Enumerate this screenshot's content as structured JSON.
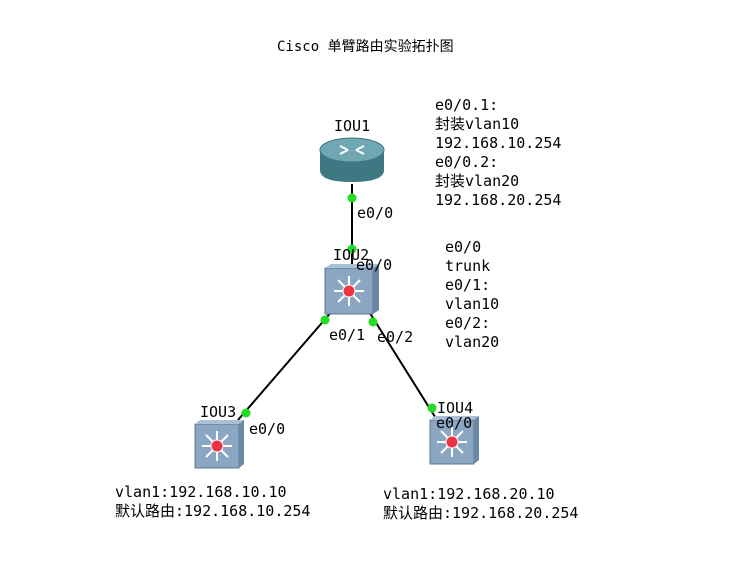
{
  "title": "Cisco 单臂路由实验拓扑图",
  "devices": {
    "iou1": {
      "name": "IOU1",
      "type": "router-icon"
    },
    "iou2": {
      "name": "IOU2",
      "type": "switch-icon"
    },
    "iou3": {
      "name": "IOU3",
      "type": "switch-icon"
    },
    "iou4": {
      "name": "IOU4",
      "type": "switch-icon"
    }
  },
  "links": [
    {
      "from": "IOU1",
      "to": "IOU2",
      "from_port": "e0/0",
      "to_port": "e0/0"
    },
    {
      "from": "IOU2",
      "to": "IOU3",
      "from_port": "e0/1",
      "to_port": "e0/0"
    },
    {
      "from": "IOU2",
      "to": "IOU4",
      "from_port": "e0/2",
      "to_port": "e0/0"
    }
  ],
  "notes": {
    "router": [
      "e0/0.1:",
      "封装vlan10",
      "192.168.10.254",
      "e0/0.2:",
      "封装vlan20",
      "192.168.20.254"
    ],
    "switch": [
      "e0/0",
      "trunk",
      "e0/1:",
      "vlan10",
      "e0/2:",
      "vlan20"
    ],
    "iou3": [
      "vlan1:192.168.10.10",
      "默认路由:192.168.10.254"
    ],
    "iou4": [
      "vlan1:192.168.20.10",
      "默认路由:192.168.20.254"
    ]
  },
  "colors": {
    "link": "#000000",
    "port_dot": "#22dd22",
    "router": "#4a8a96",
    "switch": "#7e9bb8",
    "center": "#ee3344"
  }
}
